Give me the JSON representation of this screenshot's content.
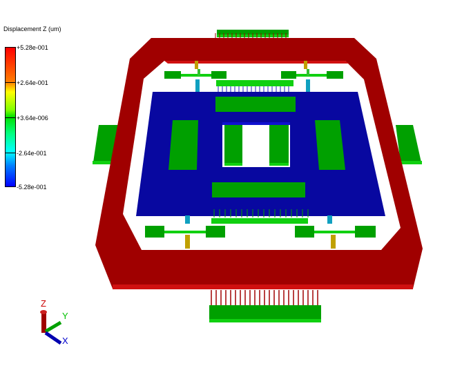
{
  "legend": {
    "title": "Displacement Z (um)",
    "ticks": [
      "+5.28e-001",
      "+2.64e-001",
      "+3.64e-006",
      "-2.64e-001",
      "-5.28e-001"
    ],
    "colors": {
      "max": "#ff0000",
      "mid_high": "#ffff00",
      "zero": "#00e000",
      "mid_low": "#00ffff",
      "min": "#0000ff"
    }
  },
  "axes": {
    "z_label": "Z",
    "y_label": "Y",
    "x_label": "X",
    "z_color": "#cc0000",
    "y_color": "#00c000",
    "x_color": "#0000cc"
  },
  "model": {
    "frame_color": "#a00000",
    "frame_edge_color": "#d01010",
    "substrate_color": "#0808a0",
    "pad_color": "#00a000",
    "pad_edge_color": "#10d010"
  }
}
